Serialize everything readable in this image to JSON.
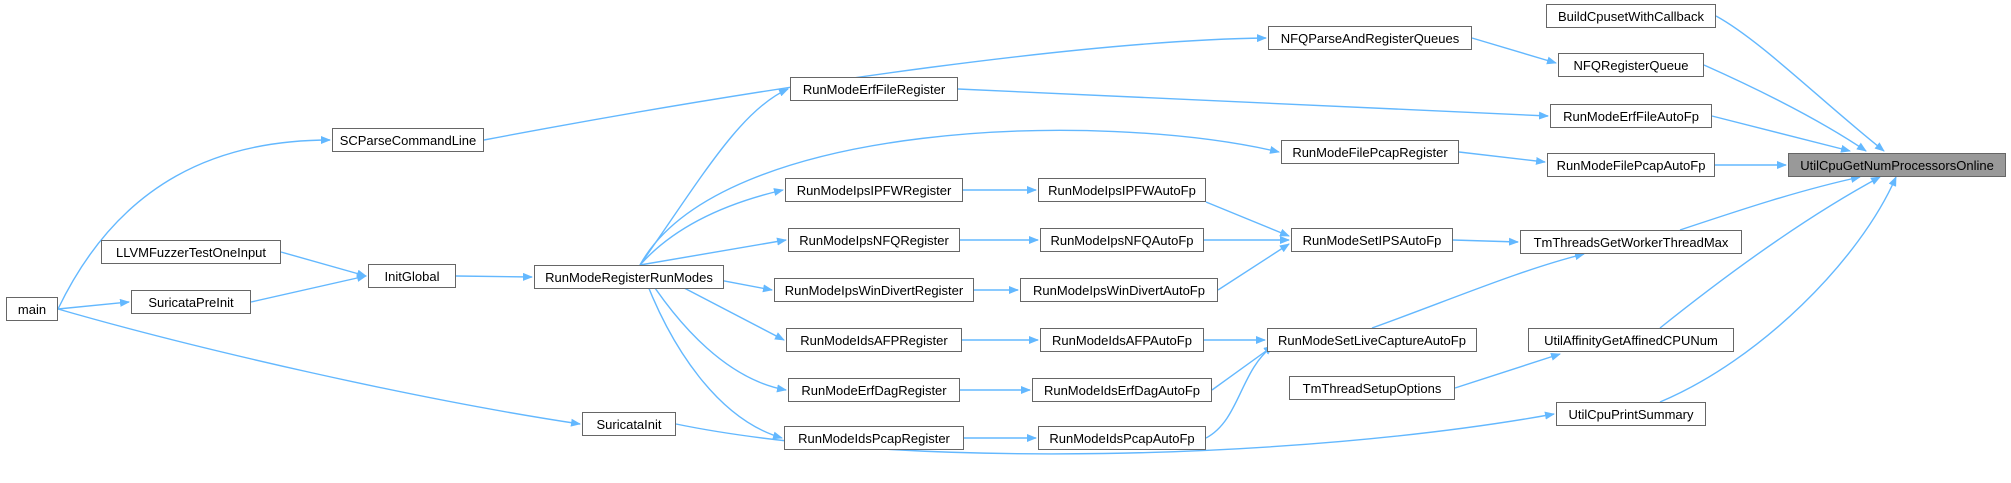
{
  "colors": {
    "edge": "#63b8ff",
    "root_fill": "#999999",
    "node_border": "#666666"
  },
  "nodes": {
    "main": "main",
    "llvm": "LLVMFuzzerTestOneInput",
    "preinit": "SuricataPreInit",
    "initglobal": "InitGlobal",
    "scparse": "SCParseCommandLine",
    "suricatainit": "SuricataInit",
    "regrunmodes": "RunModeRegisterRunModes",
    "erffilereg": "RunModeErfFileRegister",
    "ipfwreg": "RunModeIpsIPFWRegister",
    "nfqreg": "RunModeIpsNFQRegister",
    "windivreg": "RunModeIpsWinDivertRegister",
    "afpreg": "RunModeIdsAFPRegister",
    "erfdagreg": "RunModeErfDagRegister",
    "pcapreg": "RunModeIdsPcapRegister",
    "ipfwauto": "RunModeIpsIPFWAutoFp",
    "nfqauto": "RunModeIpsNFQAutoFp",
    "windivauto": "RunModeIpsWinDivertAutoFp",
    "afpauto": "RunModeIdsAFPAutoFp",
    "erfdagauto": "RunModeIdsErfDagAutoFp",
    "pcapauto": "RunModeIdsPcapAutoFp",
    "nfqparse": "NFQParseAndRegisterQueues",
    "filepcapreg": "RunModeFilePcapRegister",
    "setips": "RunModeSetIPSAutoFp",
    "setlive": "RunModeSetLiveCaptureAutoFp",
    "tmsetup": "TmThreadSetupOptions",
    "buildcpuset": "BuildCpusetWithCallback",
    "nfqregq": "NFQRegisterQueue",
    "erffileauto": "RunModeErfFileAutoFp",
    "filepcapauto": "RunModeFilePcapAutoFp",
    "tmworker": "TmThreadsGetWorkerThreadMax",
    "affinity": "UtilAffinityGetAffinedCPUNum",
    "cpusummary": "UtilCpuPrintSummary",
    "root": "UtilCpuGetNumProcessorsOnline"
  }
}
